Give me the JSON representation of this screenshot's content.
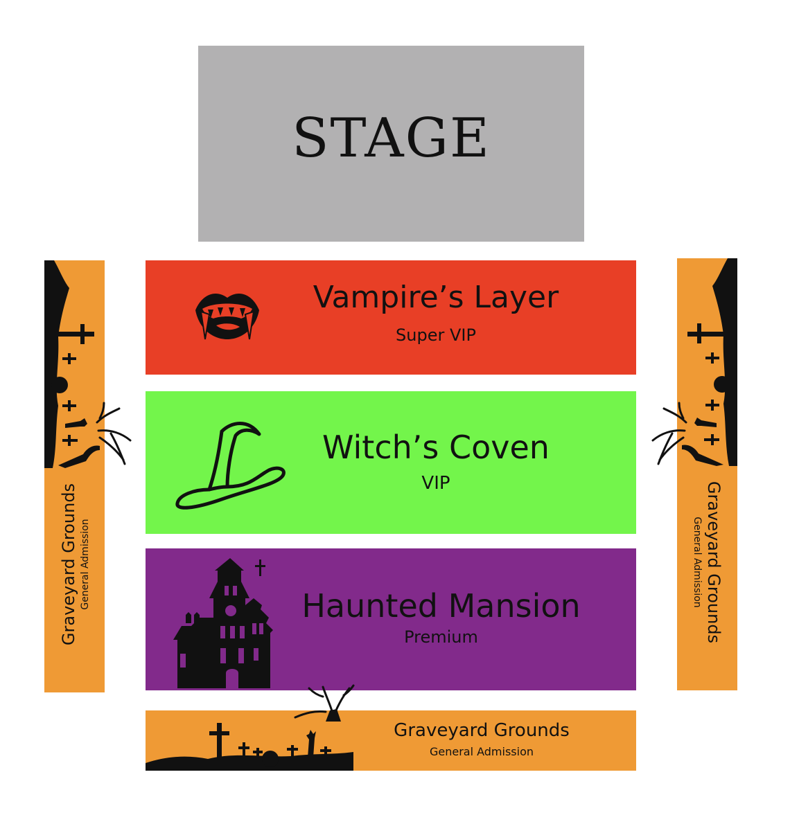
{
  "stage": {
    "label": "STAGE",
    "color": "#b2b1b2"
  },
  "sections": {
    "vampire": {
      "title": "Vampire’s Layer",
      "tier": "Super VIP",
      "color": "#e83f26",
      "icon": "vampire-mouth-icon"
    },
    "witch": {
      "title": "Witch’s Coven",
      "tier": "VIP",
      "color": "#73f54b",
      "icon": "witch-hat-icon"
    },
    "mansion": {
      "title": "Haunted Mansion",
      "tier": "Premium",
      "color": "#822a8b",
      "icon": "haunted-house-icon"
    },
    "graveyard_bottom": {
      "title": "Graveyard Grounds",
      "tier": "General Admission",
      "color": "#ef9a35",
      "icon": "graveyard-icon"
    },
    "graveyard_left": {
      "title": "Graveyard Grounds",
      "tier": "General Admission",
      "color": "#ef9a35",
      "icon": "graveyard-icon"
    },
    "graveyard_right": {
      "title": "Graveyard Grounds",
      "tier": "General Admission",
      "color": "#ef9a35",
      "icon": "graveyard-icon"
    }
  }
}
